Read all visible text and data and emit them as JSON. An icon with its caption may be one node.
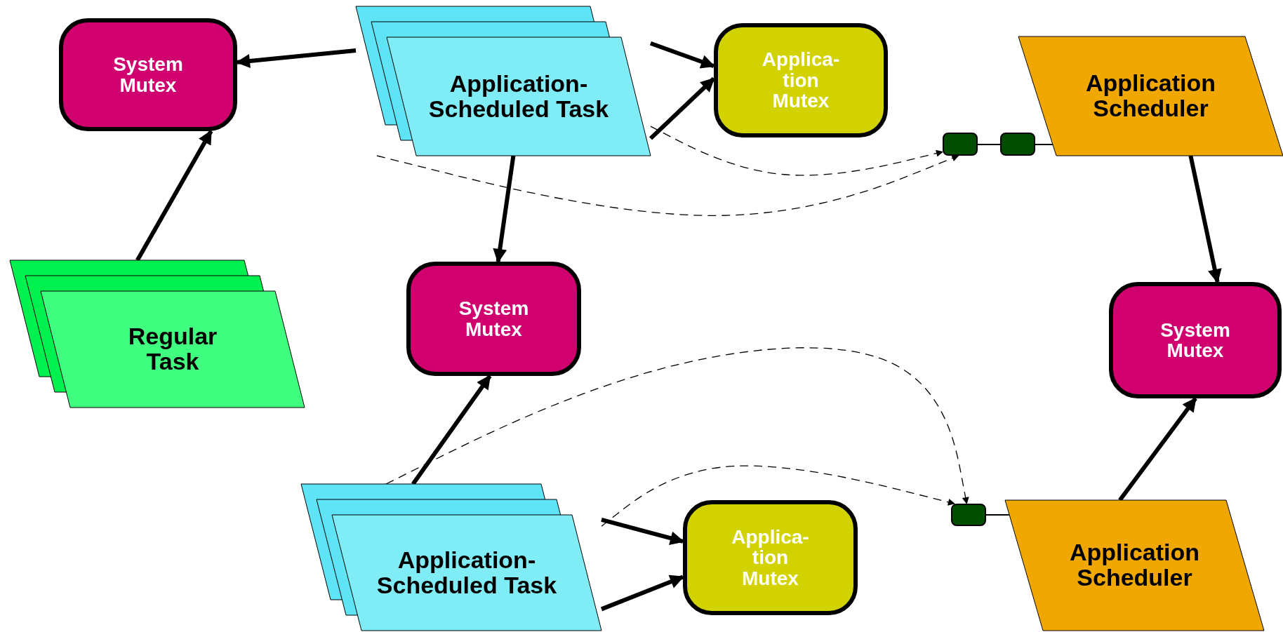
{
  "diagram": {
    "nodes": [
      {
        "text": [
          "System Mutex"
        ]
      },
      {
        "text": [
          "Application-Scheduled Task"
        ]
      },
      {
        "text": [
          "Applica-tion Mutex"
        ]
      },
      {
        "text": [
          "Application Scheduler"
        ]
      },
      {
        "text": [],
        "shape": "box"
      },
      {
        "text": [],
        "shape": "box"
      },
      {
        "text": [
          "Regular Task"
        ]
      },
      {
        "text": [
          "System Mutex"
        ]
      },
      {
        "text": [
          "System Mutex"
        ]
      },
      {
        "text": [
          "Application-Scheduled Task"
        ]
      },
      {
        "text": [
          "Applica-tion Mutex"
        ]
      },
      {
        "text": [],
        "shape": "box"
      },
      {
        "text": [
          "Application Scheduler"
        ]
      }
    ],
    "edges": [
      {
        "from": 1,
        "to": 0,
        "arrow": "to"
      },
      {
        "from": 1,
        "to": 2,
        "arrow": "to"
      },
      {
        "from": 1,
        "to": 2,
        "arrow": "to"
      },
      {
        "from": 1,
        "to": 4,
        "arrow": "to",
        "style": "dashed"
      },
      {
        "from": 1,
        "to": 4,
        "arrow": "to",
        "style": "dashed"
      },
      {
        "from": 1,
        "to": 7,
        "arrow": "to"
      },
      {
        "from": 6,
        "to": 0,
        "arrow": "to"
      },
      {
        "from": 3,
        "to": 8,
        "arrow": "to"
      },
      {
        "from": 9,
        "to": 7,
        "arrow": "to"
      },
      {
        "from": 9,
        "to": 10,
        "arrow": "to"
      },
      {
        "from": 9,
        "to": 10,
        "arrow": "to"
      },
      {
        "from": 9,
        "to": 11,
        "arrow": "to",
        "style": "dashed"
      },
      {
        "from": 9,
        "to": 11,
        "arrow": "to",
        "style": "dashed"
      },
      {
        "from": 11,
        "to": 12,
        "arrow": "none"
      },
      {
        "from": 4,
        "to": 5,
        "arrow": "none"
      },
      {
        "from": 5,
        "to": 3,
        "arrow": "none"
      },
      {
        "from": 12,
        "to": 8,
        "arrow": "to"
      }
    ]
  }
}
